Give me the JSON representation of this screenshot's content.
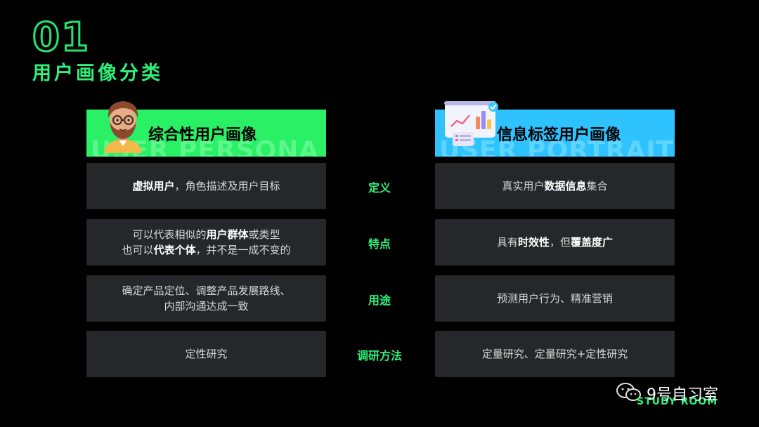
{
  "slide": {
    "number": "01",
    "title": "用户画像分类"
  },
  "left_header": {
    "title": "综合性用户画像",
    "watermark": "USER PERSONA"
  },
  "right_header": {
    "title": "信息标签用户画像",
    "watermark": "USER PORTRAIT"
  },
  "rows": [
    {
      "label": "定义",
      "left": [
        [
          {
            "t": "虚拟用户",
            "b": true
          },
          {
            "t": "，角色描述及用户目标"
          }
        ]
      ],
      "right": [
        [
          {
            "t": "真实用户"
          },
          {
            "t": "数据信息",
            "b": true
          },
          {
            "t": "集合"
          }
        ]
      ]
    },
    {
      "label": "特点",
      "left": [
        [
          {
            "t": "可以代表相似的"
          },
          {
            "t": "用户群体",
            "b": true
          },
          {
            "t": "或类型"
          }
        ],
        [
          {
            "t": "也可以"
          },
          {
            "t": "代表个体",
            "b": true
          },
          {
            "t": "，并不是一成不变的"
          }
        ]
      ],
      "right": [
        [
          {
            "t": "具有"
          },
          {
            "t": "时效性",
            "b": true
          },
          {
            "t": "，但"
          },
          {
            "t": "覆盖度广",
            "b": true
          }
        ]
      ]
    },
    {
      "label": "用途",
      "left": [
        [
          {
            "t": "确定产品定位、调整产品发展路线、"
          }
        ],
        [
          {
            "t": "内部沟通达成一致"
          }
        ]
      ],
      "right": [
        [
          {
            "t": "预测用户行为、精准营销"
          }
        ]
      ]
    },
    {
      "label": "调研方法",
      "left": [
        [
          {
            "t": "定性研究"
          }
        ]
      ],
      "right": [
        [
          {
            "t": "定量研究、定量研究+定性研究"
          }
        ]
      ]
    }
  ],
  "brand": {
    "name": "9号自习室",
    "sub": "STUDY ROOM"
  },
  "colors": {
    "background": "#000000",
    "accent_green": "#2ff07a",
    "left_header": "#2af066",
    "right_header": "#2ec3ff",
    "card": "#26272b"
  },
  "icons": [
    "avatar-illustration",
    "presentation-board-icon",
    "wechat-icon"
  ]
}
